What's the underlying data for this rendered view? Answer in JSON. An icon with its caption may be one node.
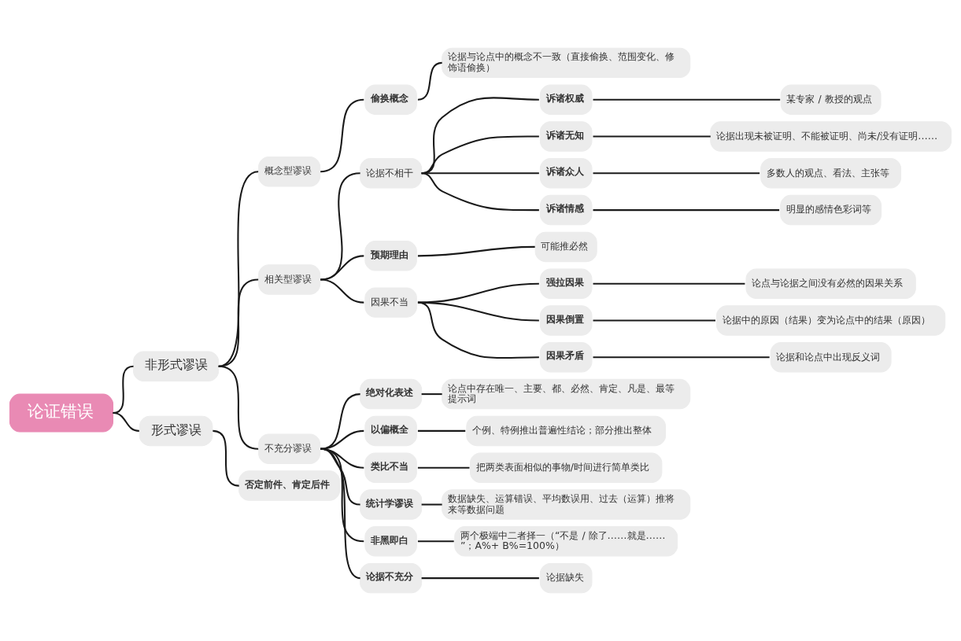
{
  "diagram": {
    "nodes": [
      {
        "text": [
          "论证错误"
        ]
      },
      {
        "text": [
          "非形式谬误"
        ]
      },
      {
        "text": [
          "概念型谬误"
        ]
      },
      {
        "text": [
          "偷换概念"
        ]
      },
      {
        "text": [
          "论据与论点中的概念不一致（直接偷换、范围变化、修饰语偷换）"
        ]
      },
      {
        "text": [
          "相关型谬误"
        ]
      },
      {
        "text": [
          "论据不相干"
        ]
      },
      {
        "text": [
          "诉诸权威"
        ]
      },
      {
        "text": [
          "某专家 / 教授的观点"
        ]
      },
      {
        "text": [
          "诉诸无知"
        ]
      },
      {
        "text": [
          "论据出现未被证明、不能被证明、尚未/没有证明……"
        ]
      },
      {
        "text": [
          "诉诸众人"
        ]
      },
      {
        "text": [
          "多数人的观点、看法、主张等"
        ]
      },
      {
        "text": [
          "诉诸情感"
        ]
      },
      {
        "text": [
          "明显的感情色彩词等"
        ]
      },
      {
        "text": [
          "预期理由"
        ]
      },
      {
        "text": [
          "可能推必然"
        ]
      },
      {
        "text": [
          "因果不当"
        ]
      },
      {
        "text": [
          "强拉因果"
        ]
      },
      {
        "text": [
          "论点与论据之间没有必然的因果关系"
        ]
      },
      {
        "text": [
          "因果倒置"
        ]
      },
      {
        "text": [
          "论据中的原因（结果）变为论点中的结果（原因）"
        ]
      },
      {
        "text": [
          "因果矛盾"
        ]
      },
      {
        "text": [
          "论据和论点中出现反义词"
        ]
      },
      {
        "text": [
          "不充分谬误"
        ]
      },
      {
        "text": [
          "绝对化表述"
        ]
      },
      {
        "text": [
          "论点中存在唯一、主要、都、必然、肯定、凡是、最等提示词"
        ]
      },
      {
        "text": [
          "以偏概全"
        ]
      },
      {
        "text": [
          "个例、特例推出普遍性结论；部分推出整体"
        ]
      },
      {
        "text": [
          "类比不当"
        ]
      },
      {
        "text": [
          "把两类表面相似的事物/时间进行简单类比"
        ]
      },
      {
        "text": [
          "统计学谬误"
        ]
      },
      {
        "text": [
          "数据缺失、运算错误、平均数误用、过去（运算）推将来等数据问题"
        ]
      },
      {
        "text": [
          "非黑即白"
        ]
      },
      {
        "text": [
          "两个极端中二者择一（“不是 / 除了……就是……”；A%+ B%=100%）"
        ]
      },
      {
        "text": [
          "论据不充分"
        ]
      },
      {
        "text": [
          "论据缺失"
        ]
      },
      {
        "text": [
          "形式谬误"
        ]
      },
      {
        "text": [
          "否定前件、肯定后件"
        ]
      }
    ],
    "edges": [
      {
        "from": 0,
        "to": 1,
        "arrow": "none"
      },
      {
        "from": 1,
        "to": 2,
        "arrow": "none"
      },
      {
        "from": 2,
        "to": 3,
        "arrow": "none"
      },
      {
        "from": 3,
        "to": 4,
        "arrow": "none"
      },
      {
        "from": 1,
        "to": 5,
        "arrow": "none"
      },
      {
        "from": 5,
        "to": 6,
        "arrow": "none"
      },
      {
        "from": 6,
        "to": 7,
        "arrow": "none"
      },
      {
        "from": 7,
        "to": 8,
        "arrow": "none"
      },
      {
        "from": 6,
        "to": 9,
        "arrow": "none"
      },
      {
        "from": 9,
        "to": 10,
        "arrow": "none"
      },
      {
        "from": 6,
        "to": 11,
        "arrow": "none"
      },
      {
        "from": 11,
        "to": 12,
        "arrow": "none"
      },
      {
        "from": 6,
        "to": 13,
        "arrow": "none"
      },
      {
        "from": 13,
        "to": 14,
        "arrow": "none"
      },
      {
        "from": 5,
        "to": 15,
        "arrow": "none"
      },
      {
        "from": 15,
        "to": 16,
        "arrow": "none"
      },
      {
        "from": 5,
        "to": 17,
        "arrow": "none"
      },
      {
        "from": 17,
        "to": 18,
        "arrow": "none"
      },
      {
        "from": 18,
        "to": 19,
        "arrow": "none"
      },
      {
        "from": 17,
        "to": 20,
        "arrow": "none"
      },
      {
        "from": 20,
        "to": 21,
        "arrow": "none"
      },
      {
        "from": 17,
        "to": 22,
        "arrow": "none"
      },
      {
        "from": 22,
        "to": 23,
        "arrow": "none"
      },
      {
        "from": 1,
        "to": 24,
        "arrow": "none"
      },
      {
        "from": 24,
        "to": 25,
        "arrow": "none"
      },
      {
        "from": 25,
        "to": 26,
        "arrow": "none"
      },
      {
        "from": 24,
        "to": 27,
        "arrow": "none"
      },
      {
        "from": 27,
        "to": 28,
        "arrow": "none"
      },
      {
        "from": 24,
        "to": 29,
        "arrow": "none"
      },
      {
        "from": 29,
        "to": 30,
        "arrow": "none"
      },
      {
        "from": 24,
        "to": 31,
        "arrow": "none"
      },
      {
        "from": 31,
        "to": 32,
        "arrow": "none"
      },
      {
        "from": 24,
        "to": 33,
        "arrow": "none"
      },
      {
        "from": 33,
        "to": 34,
        "arrow": "none"
      },
      {
        "from": 24,
        "to": 35,
        "arrow": "none"
      },
      {
        "from": 35,
        "to": 36,
        "arrow": "none"
      },
      {
        "from": 0,
        "to": 37,
        "arrow": "none"
      },
      {
        "from": 37,
        "to": 38,
        "arrow": "none"
      }
    ]
  }
}
